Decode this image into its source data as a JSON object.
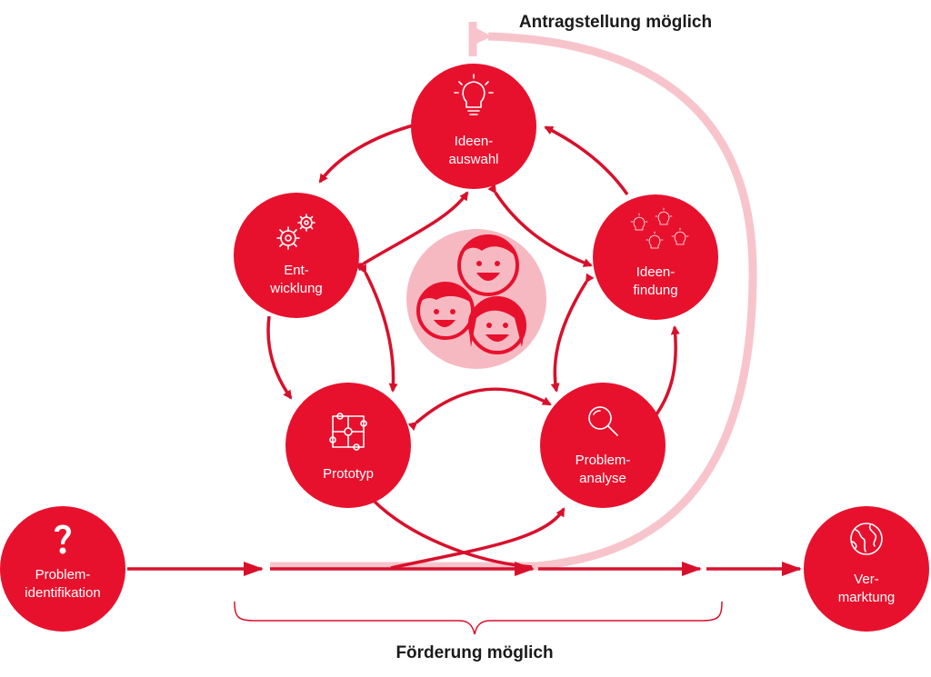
{
  "colors": {
    "primary": "#e8112d",
    "arrow": "#d8102c",
    "light_arc": "#f8c4cc",
    "center_disc": "#f6b9c2",
    "caption": "#1a1a1a"
  },
  "captions": {
    "top": "Antragstellung möglich",
    "bottom": "Förderung möglich"
  },
  "nodes": {
    "ideenauswahl": {
      "line1": "Ideen-",
      "line2": "auswahl",
      "icon": "lightbulb-icon"
    },
    "ideenfindung": {
      "line1": "Ideen-",
      "line2": "findung",
      "icon": "lightbulbs-icon"
    },
    "problemanalyse": {
      "line1": "Problem-",
      "line2": "analyse",
      "icon": "magnifier-icon"
    },
    "prototyp": {
      "line1": "Prototyp",
      "icon": "puzzle-icon"
    },
    "entwicklung": {
      "line1": "Ent-",
      "line2": "wicklung",
      "icon": "gears-icon"
    },
    "problemidentifikation": {
      "line1": "Problem-",
      "line2": "identifikation",
      "icon": "question-mark-icon"
    },
    "vermarktung": {
      "line1": "Ver-",
      "line2": "marktung",
      "icon": "globe-icon"
    }
  },
  "center": {
    "icon": "team-faces-icon"
  }
}
